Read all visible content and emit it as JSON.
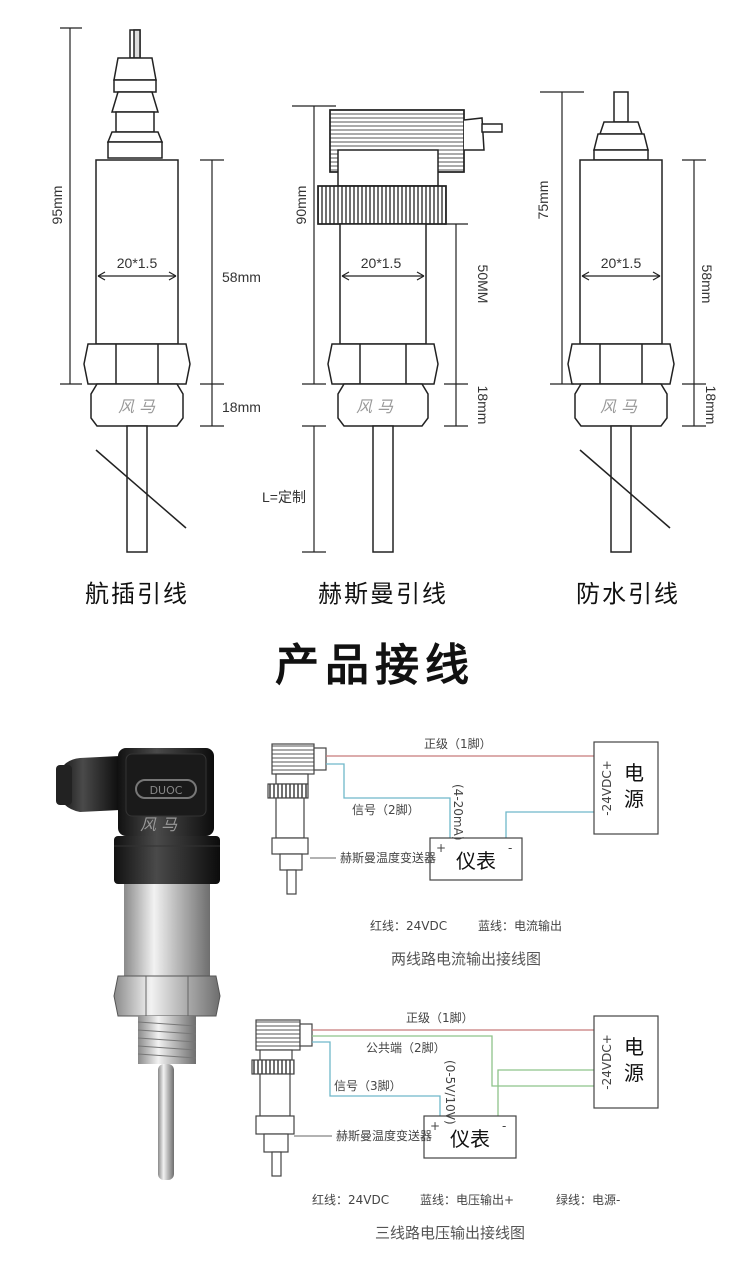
{
  "sensors": [
    {
      "caption": "航插引线",
      "total": "95mm",
      "dia": "20*1.5",
      "body": "58mm",
      "thread": "18mm"
    },
    {
      "caption": "赫斯曼引线",
      "total": "90mm",
      "dia": "20*1.5",
      "body": "50MM",
      "thread": "18mm",
      "probe": "L=定制"
    },
    {
      "caption": "防水引线",
      "total": "75mm",
      "dia": "20*1.5",
      "body": "58mm",
      "thread": "18mm"
    }
  ],
  "watermark": "风 马",
  "section_title": "产品接线",
  "product_logo": "DUOC",
  "wiring_two": {
    "positive": "正级（1脚）",
    "signal": "信号（2脚）",
    "range": "(4-20mA)",
    "sensor": "赫斯曼温度变送器",
    "meter": "仪表",
    "supply_a": "电",
    "supply_b": "源",
    "voltage": "-24VDC+",
    "plus": "+",
    "minus": "-",
    "legend_red": "红线：24VDC",
    "legend_blue": "蓝线：电流输出",
    "caption": "两线路电流输出接线图"
  },
  "wiring_three": {
    "positive": "正级（1脚）",
    "common": "公共端（2脚）",
    "signal": "信号（3脚）",
    "range": "(0-5V/10V)",
    "sensor": "赫斯曼温度变送器",
    "meter": "仪表",
    "supply_a": "电",
    "supply_b": "源",
    "voltage": "-24VDC+",
    "plus": "+",
    "minus": "-",
    "legend_red": "红线：24VDC",
    "legend_blue": "蓝线：电压输出+",
    "legend_green": "绿线：电源-",
    "caption": "三线路电压输出接线图"
  },
  "colors": {
    "red_wire": "#c87a7a",
    "blue_wire": "#6fb8c9",
    "green_wire": "#8ec48a"
  }
}
